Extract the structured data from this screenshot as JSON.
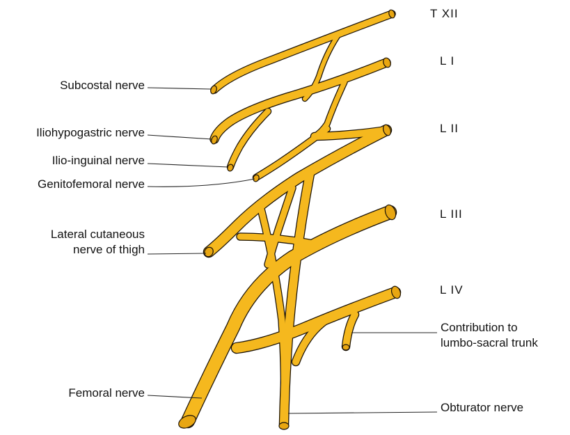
{
  "colors": {
    "nerve_fill": "#f5b81e",
    "nerve_outline": "#1a1208",
    "nerve_end": "#e8a612",
    "label_text": "#111111",
    "leader_line": "#222222",
    "background": "#ffffff"
  },
  "levels": {
    "t12": "T XII",
    "l1": "L I",
    "l2": "L II",
    "l3": "L III",
    "l4": "L IV"
  },
  "labels": {
    "subcostal": "Subcostal nerve",
    "iliohypogastric": "Iliohypogastric nerve",
    "ilioinguinal": "Ilio-inguinal nerve",
    "genitofemoral": "Genitofemoral nerve",
    "lateral_cutaneous_line1": "Lateral cutaneous",
    "lateral_cutaneous_line2": "nerve of thigh",
    "femoral": "Femoral nerve",
    "contribution_line1": "Contribution to",
    "contribution_line2": "lumbo-sacral trunk",
    "obturator": "Obturator nerve"
  }
}
